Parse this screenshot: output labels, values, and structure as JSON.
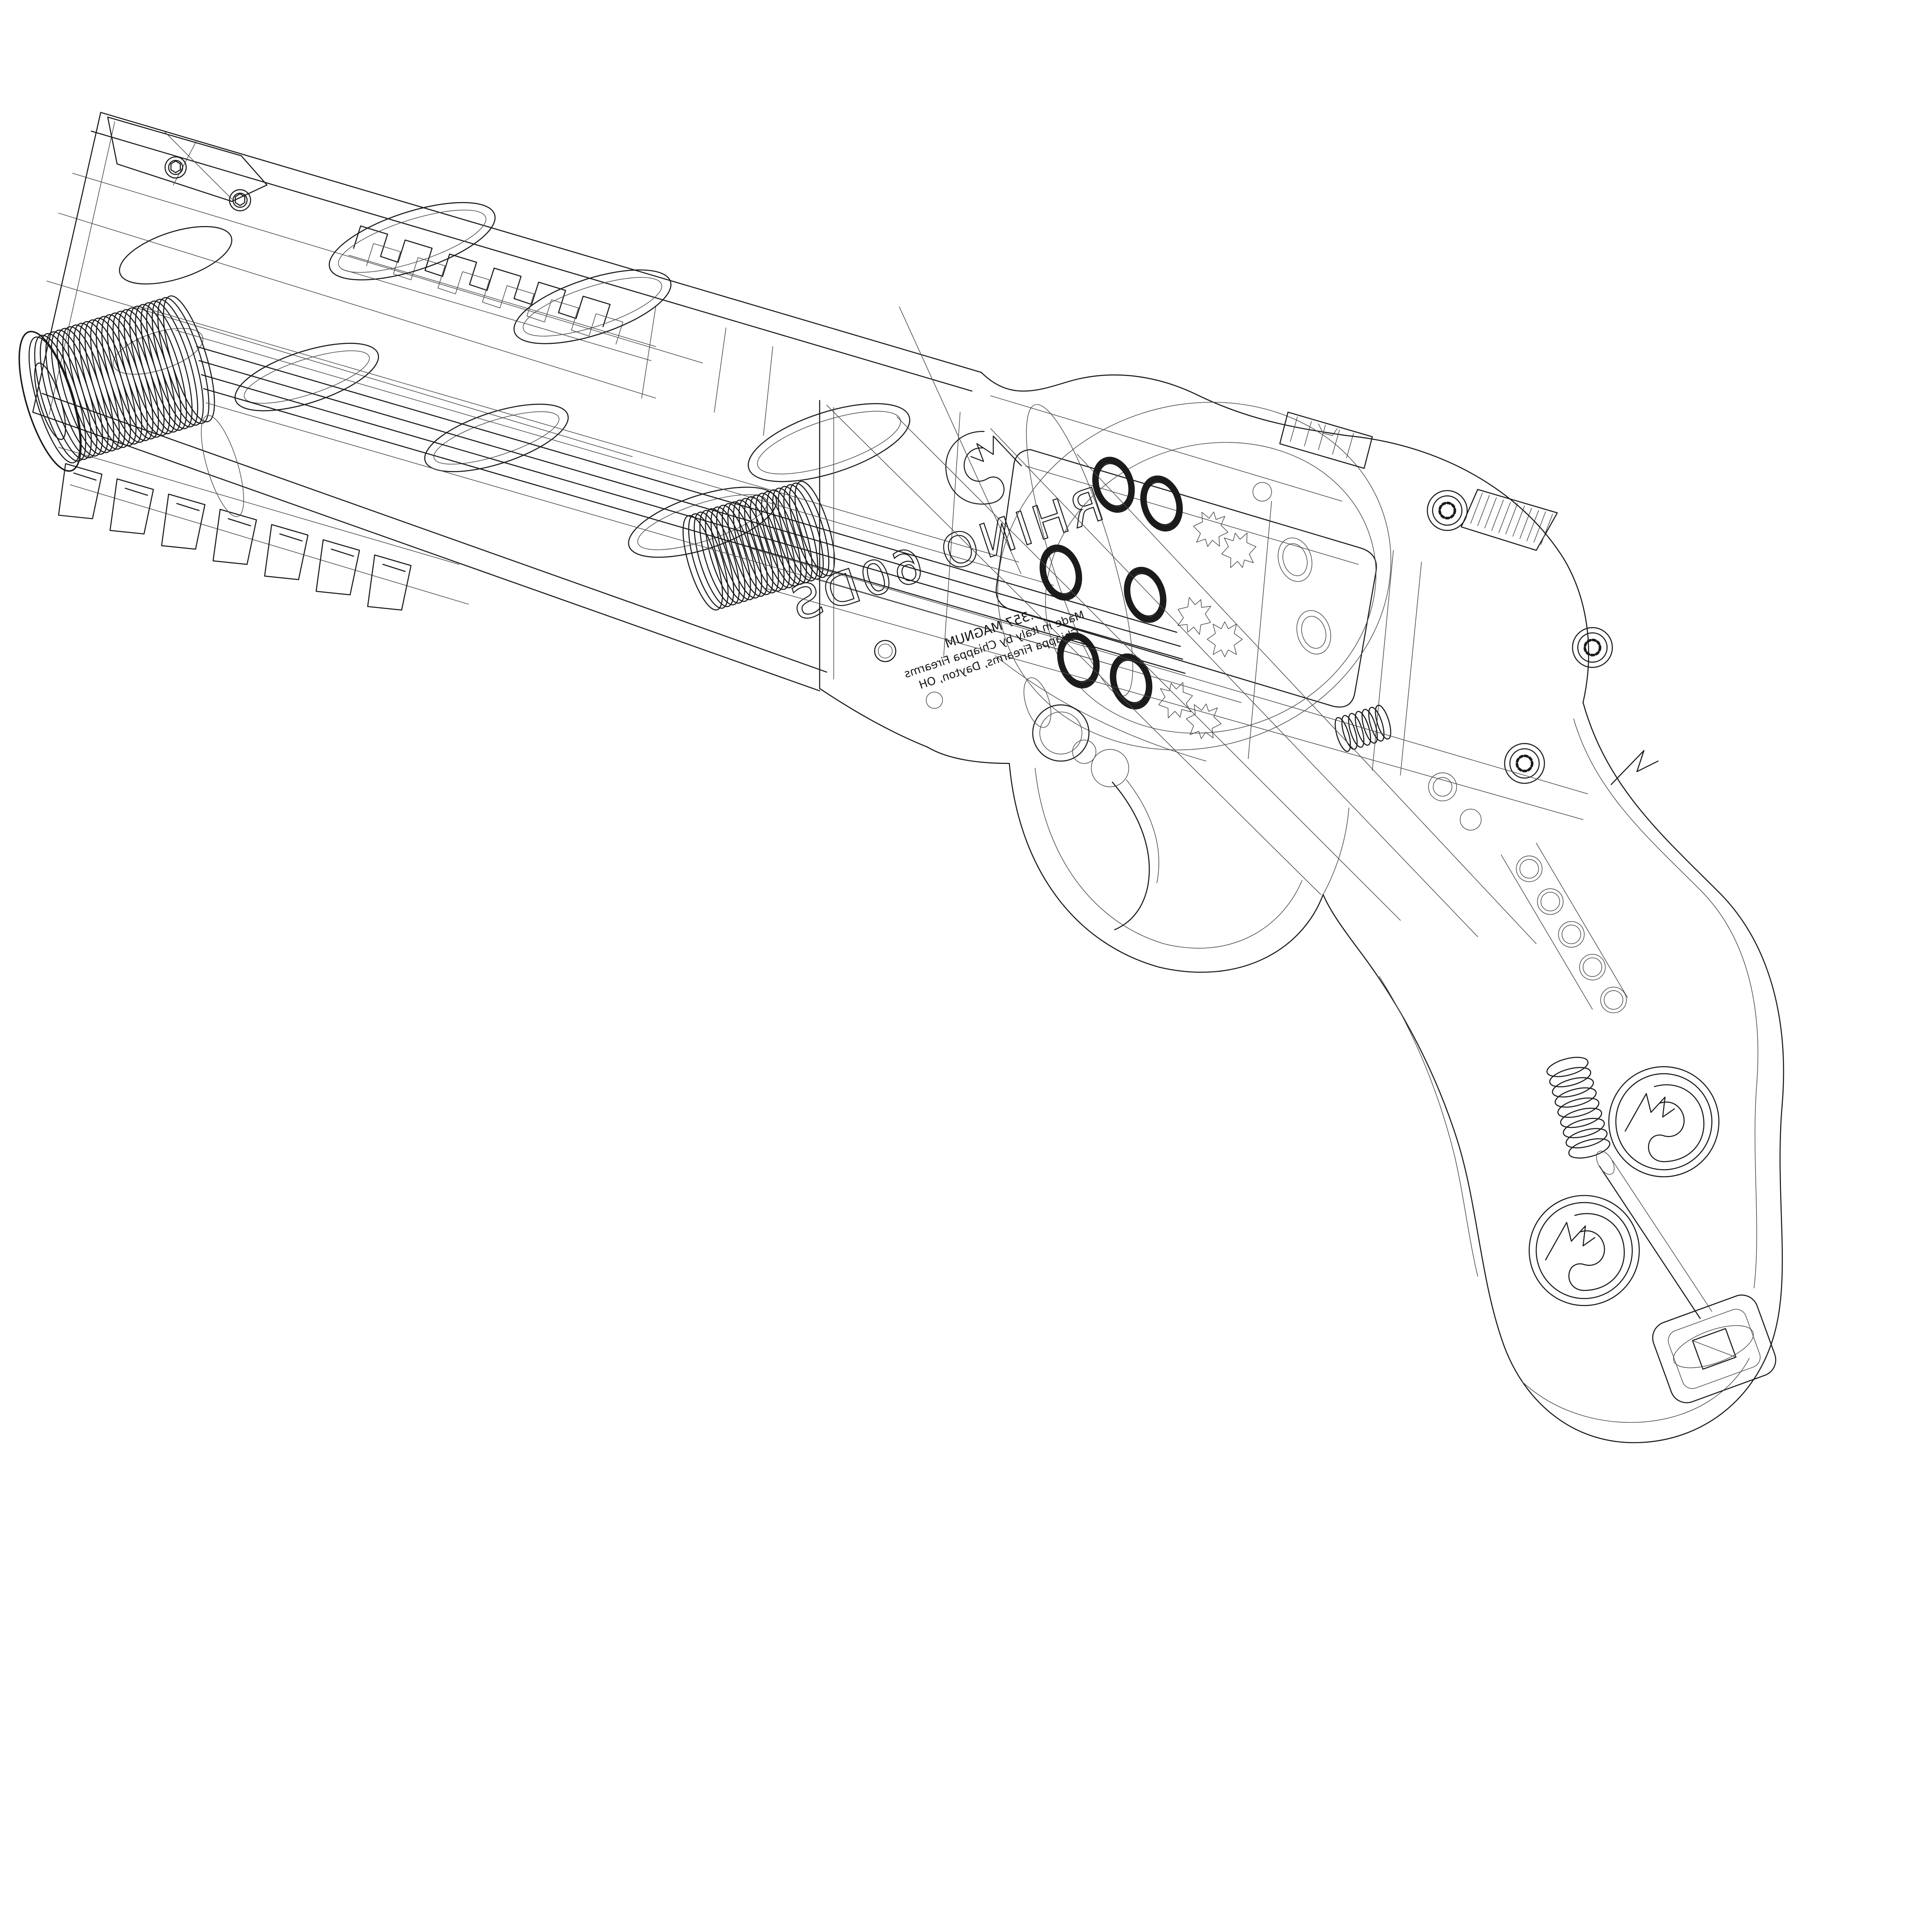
{
  "drawing": {
    "palette": {
      "background": "#ffffff",
      "line": "#1b1b1b",
      "line_light": "#4c4c4c"
    },
    "engravings": {
      "model": "RHINO 60DS",
      "caliber": ".357 MAGNUM",
      "origin": "Made in Italy by Chiappa Firearms",
      "address": "Chiappa Firearms, Dayton, OH"
    }
  }
}
